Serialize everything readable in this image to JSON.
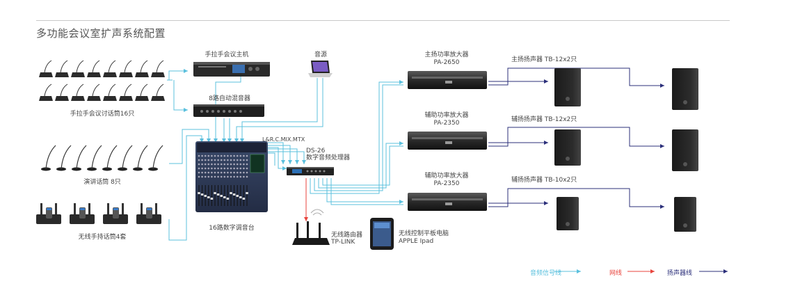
{
  "title": "多功能会议室扩声系统配置",
  "devices": {
    "conference_host": "手拉手会议主机",
    "audio_source": "音源",
    "auto_mixer": "8路自动混音器",
    "conference_mics": "手拉手会议讨话筒16只",
    "lectern_mics": "演讲话筒 8只",
    "wireless_mics": "无线手持话筒4套",
    "digital_mixer": "16路数字调音台",
    "mixer_outputs": "L&R.C.MIX.MTX",
    "processor_model": "DS-26",
    "processor_name": "数字音频处理器",
    "router_name": "无线路由器",
    "router_model": "TP-LINK",
    "tablet_name": "无线控制平板电脑",
    "tablet_model": "APPLE Ipad"
  },
  "amplifiers": [
    {
      "name": "主扬功率放大器",
      "model": "PA-2650",
      "speakers": "主扬扬声器 TB-12x2只"
    },
    {
      "name": "辅助功率放大器",
      "model": "PA-2350",
      "speakers": "辅扬扬声器 TB-12x2只"
    },
    {
      "name": "辅助功率放大器",
      "model": "PA-2350",
      "speakers": "辅扬扬声器 TB-10x2只"
    }
  ],
  "legend": {
    "audio_line": "音频信号线",
    "network_line": "网线",
    "speaker_line": "扬声器线"
  },
  "colors": {
    "audio_line": "#5bc0de",
    "network_line": "#e8433c",
    "speaker_line": "#2b2f7a",
    "title_text": "#555555"
  }
}
